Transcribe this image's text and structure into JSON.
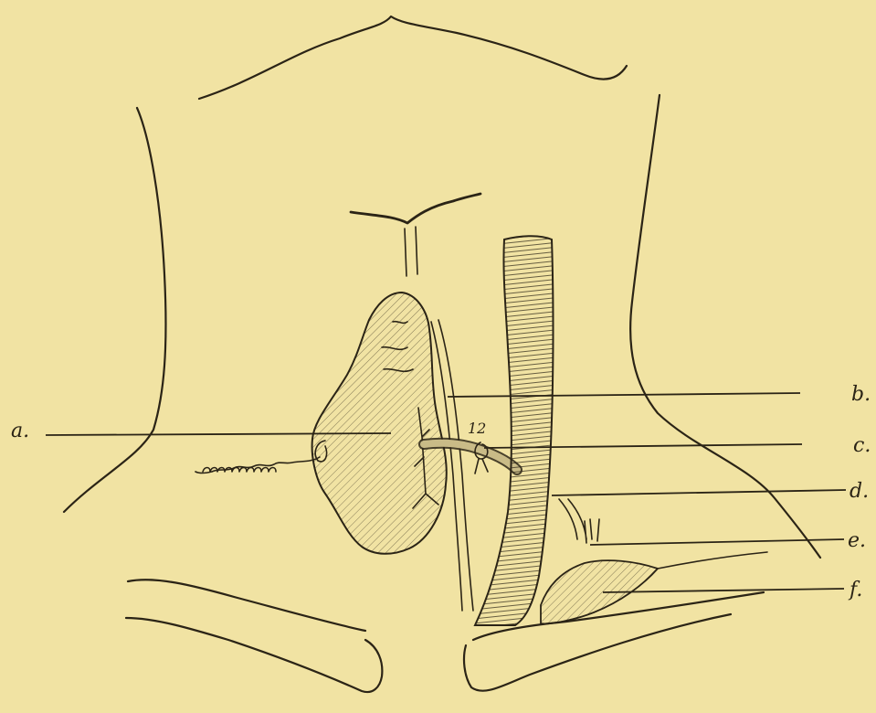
{
  "figure": {
    "background": "#f1e3a3",
    "ink_color": "#2b2416",
    "labels": {
      "a": "a.",
      "b": "b.",
      "c": "c.",
      "d": "d.",
      "e": "e.",
      "f": "f.",
      "number": "12"
    }
  }
}
